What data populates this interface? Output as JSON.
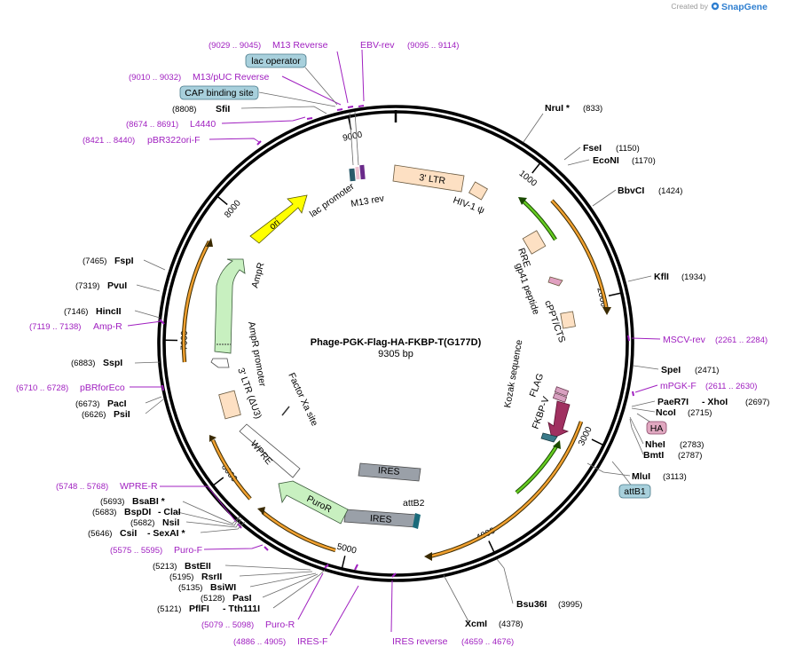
{
  "header": {
    "created_by": "Created by",
    "brand": "SnapGene"
  },
  "plasmid": {
    "name": "Phage-PGK-Flag-HA-FKBP-T(G177D)",
    "size": "9305 bp"
  },
  "ticks": [
    "1000",
    "2000",
    "3000",
    "4000",
    "5000",
    "6000",
    "7000",
    "8000",
    "9000"
  ],
  "enzymes": [
    {
      "name": "NruI *",
      "pos": "(833)"
    },
    {
      "name": "FseI",
      "pos": "(1150)"
    },
    {
      "name": "EcoNI",
      "pos": "(1170)"
    },
    {
      "name": "BbvCI",
      "pos": "(1424)"
    },
    {
      "name": "KflI",
      "pos": "(1934)"
    },
    {
      "name": "SpeI",
      "pos": "(2471)"
    },
    {
      "name": "PaeR7I",
      "name2": "- XhoI",
      "pos": "(2697)"
    },
    {
      "name": "NcoI",
      "pos": "(2715)"
    },
    {
      "name": "NheI",
      "pos": "(2783)"
    },
    {
      "name": "BmtI",
      "pos": "(2787)"
    },
    {
      "name": "MluI",
      "pos": "(3113)"
    },
    {
      "name": "Bsu36I",
      "pos": "(3995)"
    },
    {
      "name": "XcmI",
      "pos": "(4378)"
    },
    {
      "name": "PflFI",
      "name2": "- Tth111I",
      "pos": "(5121)"
    },
    {
      "name": "PasI",
      "pos": "(5128)"
    },
    {
      "name": "BsiWI",
      "pos": "(5135)"
    },
    {
      "name": "RsrII",
      "pos": "(5195)"
    },
    {
      "name": "BstEII",
      "pos": "(5213)"
    },
    {
      "name": "CsiI",
      "name2": "- SexAI *",
      "pos": "(5646)"
    },
    {
      "name": "NsiI",
      "pos": "(5682)"
    },
    {
      "name": "BspDI",
      "name2": "- ClaI",
      "pos": "(5683)"
    },
    {
      "name": "BsaBI *",
      "pos": "(5693)"
    },
    {
      "name": "PsiI",
      "pos": "(6626)"
    },
    {
      "name": "PacI",
      "pos": "(6673)"
    },
    {
      "name": "SspI",
      "pos": "(6883)"
    },
    {
      "name": "HincII",
      "pos": "(7146)"
    },
    {
      "name": "PvuI",
      "pos": "(7319)"
    },
    {
      "name": "FspI",
      "pos": "(7465)"
    },
    {
      "name": "SfiI",
      "pos": "(8808)"
    }
  ],
  "primers": [
    {
      "name": "M13 Reverse",
      "range": "(9029 .. 9045)"
    },
    {
      "name": "EBV-rev",
      "range": "(9095 .. 9114)"
    },
    {
      "name": "M13/pUC Reverse",
      "range": "(9010 .. 9032)"
    },
    {
      "name": "L4440",
      "range": "(8674 .. 8691)"
    },
    {
      "name": "pBR322ori-F",
      "range": "(8421 .. 8440)"
    },
    {
      "name": "Amp-R",
      "range": "(7119 .. 7138)"
    },
    {
      "name": "pBRforEco",
      "range": "(6710 .. 6728)"
    },
    {
      "name": "WPRE-R",
      "range": "(5748 .. 5768)"
    },
    {
      "name": "Puro-F",
      "range": "(5575 .. 5595)"
    },
    {
      "name": "Puro-R",
      "range": "(5079 .. 5098)"
    },
    {
      "name": "IRES-F",
      "range": "(4886 .. 4905)"
    },
    {
      "name": "IRES reverse",
      "range": "(4659 .. 4676)"
    },
    {
      "name": "MSCV-rev",
      "range": "(2261 .. 2284)"
    },
    {
      "name": "mPGK-F",
      "range": "(2611 .. 2630)"
    }
  ],
  "boxed_features": {
    "lac_operator": "lac operator",
    "cap_site": "CAP binding site",
    "ha": "HA",
    "attb1": "attB1"
  },
  "features": {
    "three_ltr": "3' LTR",
    "hiv_psi": "HIV-1 ψ",
    "rre": "RRE",
    "gp41": "gp41 peptide",
    "cppt": "cPPT/CTS",
    "kozak": "Kozak sequence",
    "flag": "FLAG",
    "fkbp": "FKBP-V",
    "ires1": "IRES",
    "ires2": "IRES",
    "attb2": "attB2",
    "puror": "PuroR",
    "wpre": "WPRE",
    "ltr_u3": "3' LTR (ΔU3)",
    "factor_xa": "Factor Xa site",
    "ampr_promoter": "AmpR promoter",
    "ampr": "AmpR",
    "ori": "ori",
    "lac_promoter": "lac promoter",
    "m13_rev": "M13 rev"
  },
  "colors": {
    "backbone": "#000000",
    "primer": "#a020c0",
    "ltr": "#fde0c3",
    "orange_arc": "#f0a030",
    "green_arc": "#44aa22",
    "ires": "#9aa0a8",
    "puror": "#c8f0c0",
    "ampr": "#c8f0c0",
    "ori": "#ffff00",
    "fkbp": "#a03060",
    "flag": "#d8a0c0",
    "box_blue": "#a8d0dc",
    "box_pink": "#e0a8c0",
    "brand": "#2f7fd0"
  }
}
